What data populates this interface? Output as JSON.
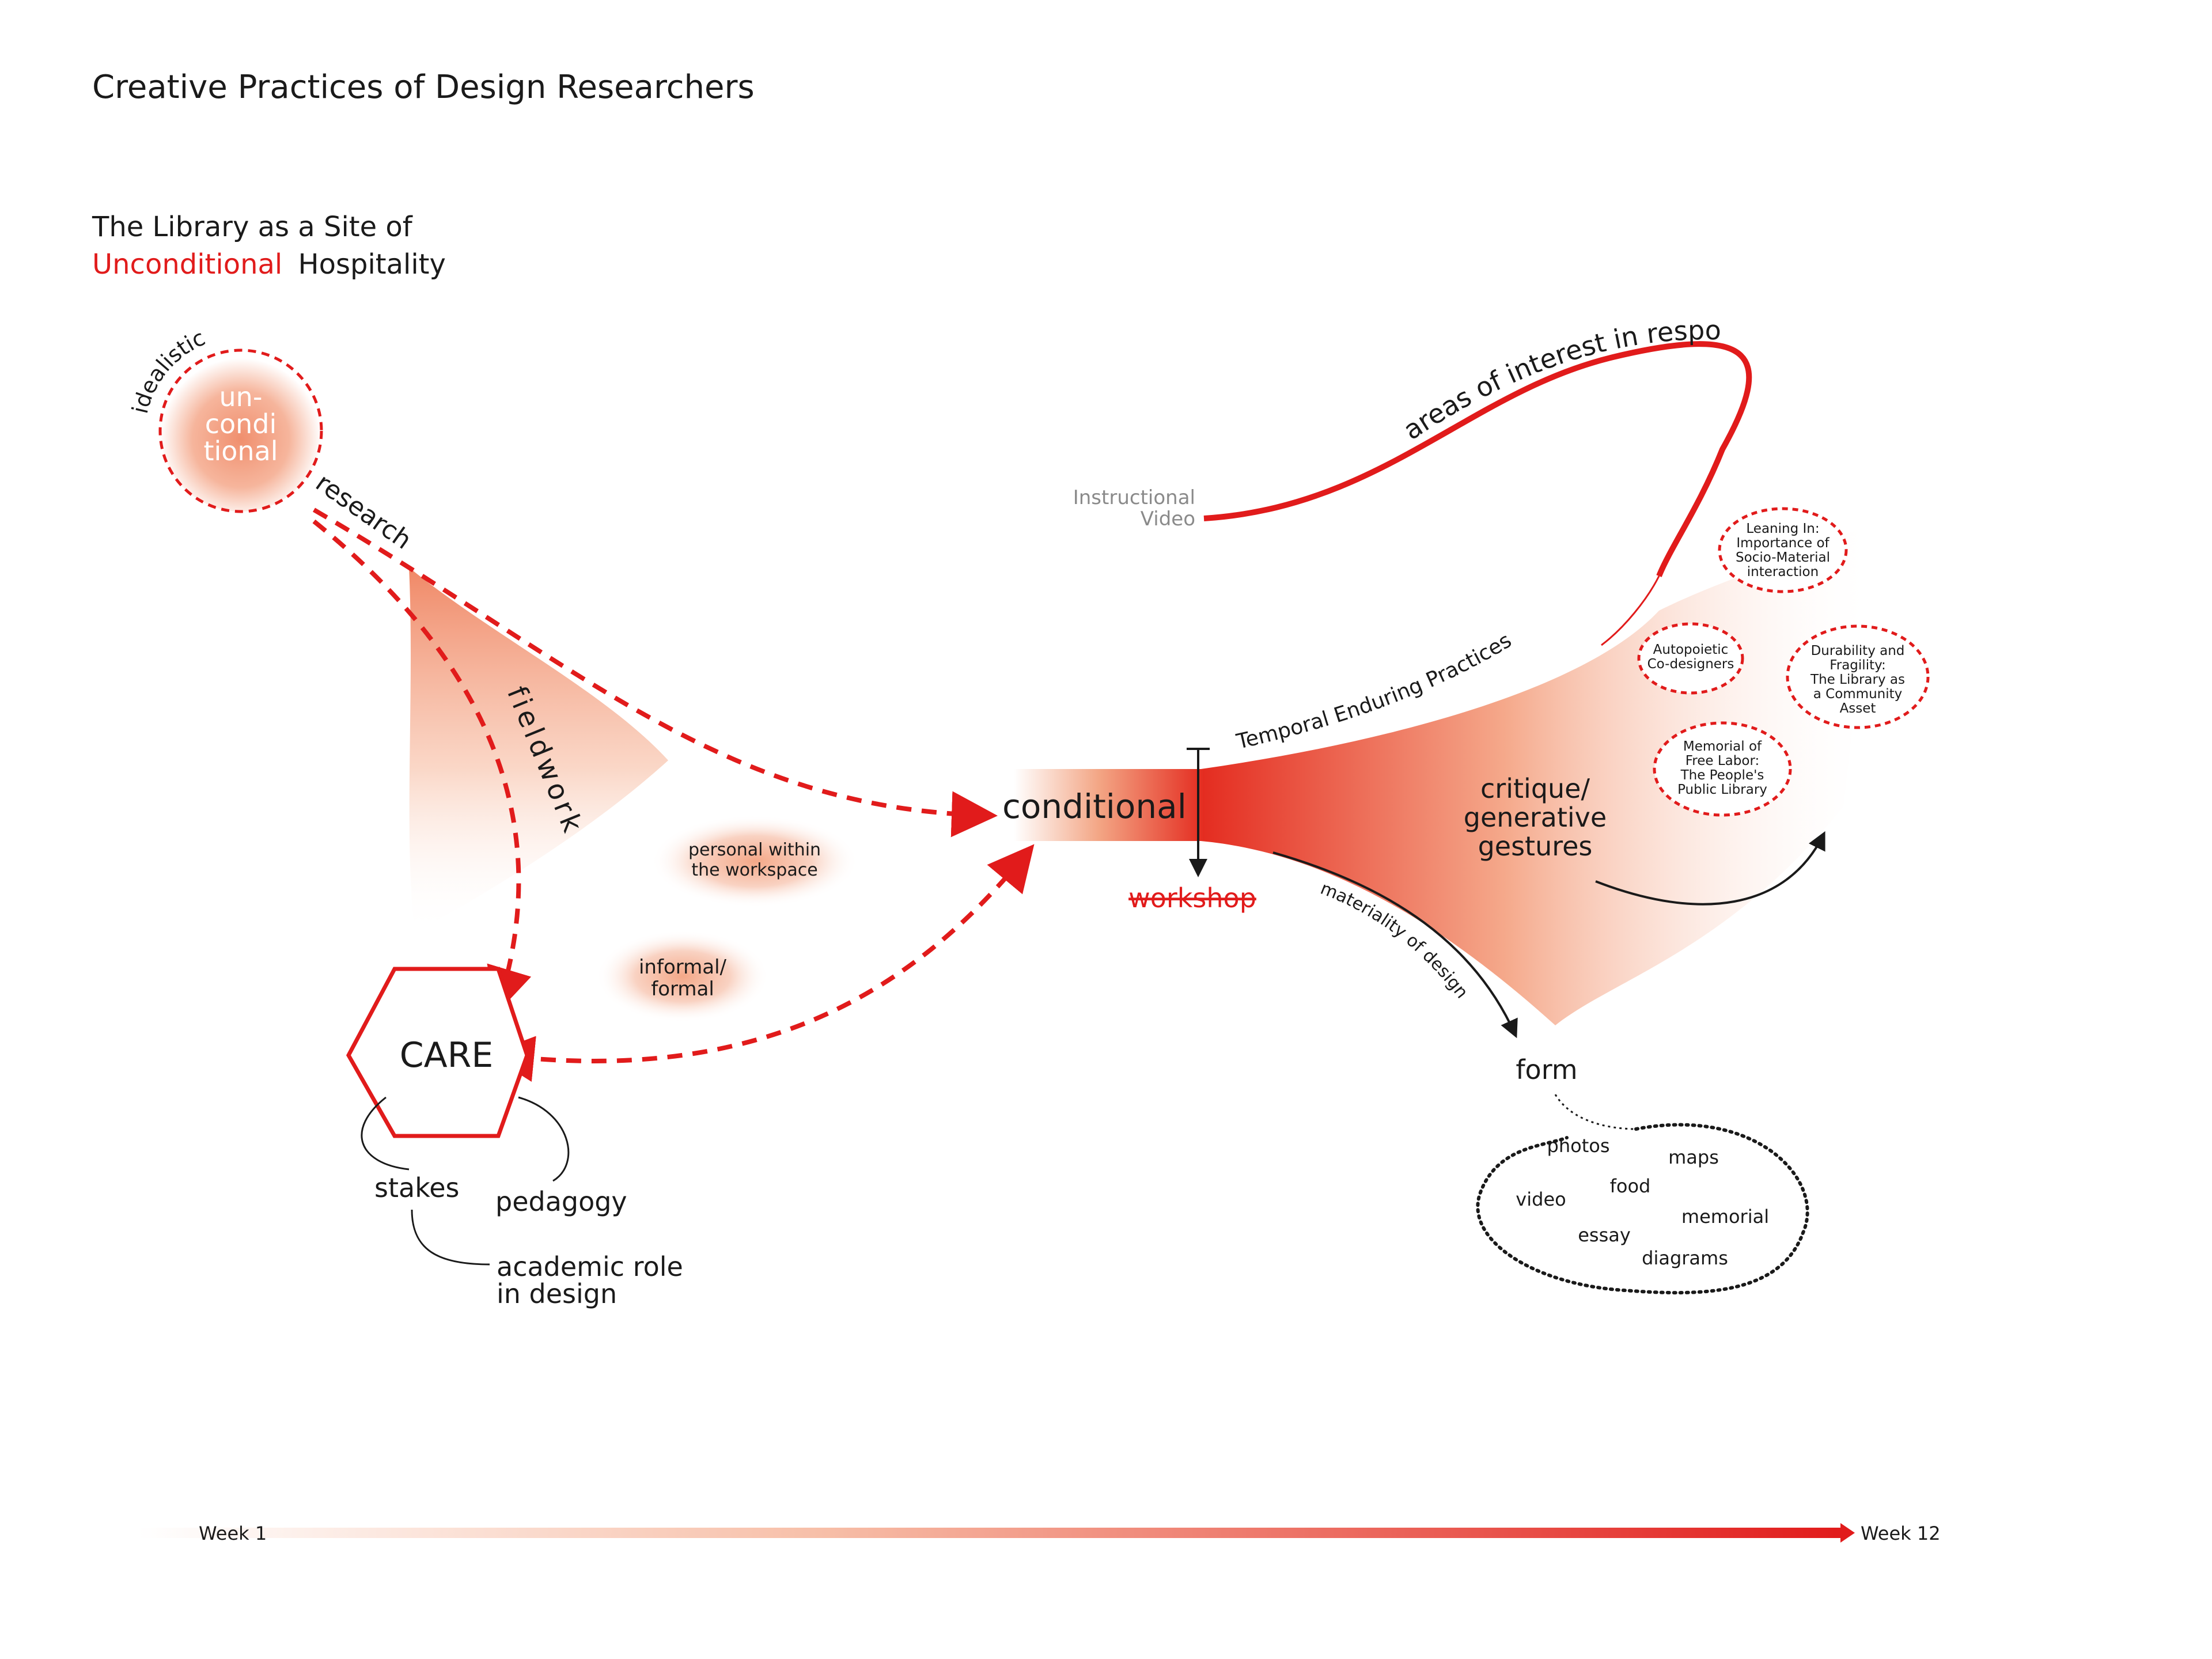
{
  "header": {
    "title": "Creative Practices of Design Researchers",
    "subtitle_line1": "The Library as a Site of",
    "subtitle_highlight": "Unconditional",
    "subtitle_rest": "Hospitality"
  },
  "nodes": {
    "unconditional": {
      "line1": "un-",
      "line2": "condi",
      "line3": "tional"
    },
    "idealistic": "idealistic",
    "research": "research",
    "fieldwork": "fieldwork",
    "conditional": "conditional",
    "care": "CARE",
    "workshop": "workshop",
    "personal": {
      "line1": "personal within",
      "line2": "the workspace"
    },
    "informal": {
      "line1": "informal/",
      "line2": "formal"
    },
    "stakes": "stakes",
    "pedagogy": "pedagogy",
    "academic": {
      "line1": "academic role",
      "line2": "in design"
    },
    "instructional": {
      "line1": "Instructional",
      "line2": "Video"
    },
    "areas": "areas of interest in response",
    "temporal": "Temporal Enduring Practices",
    "materiality": "materiality of design",
    "critique": {
      "line1": "critique/",
      "line2": "generative",
      "line3": "gestures"
    },
    "form": "form"
  },
  "bubbles": [
    {
      "lines": [
        "Leaning In:",
        "Importance of",
        "Socio-Material",
        "interaction"
      ]
    },
    {
      "lines": [
        "Autopoietic",
        "Co-designers"
      ]
    },
    {
      "lines": [
        "Durability and",
        "Fragility:",
        "The Library as",
        "a Community",
        "Asset"
      ]
    },
    {
      "lines": [
        "Memorial of",
        "Free Labor:",
        "The People's",
        "Public Library"
      ]
    }
  ],
  "forms": {
    "photos": "photos",
    "maps": "maps",
    "food": "food",
    "video": "video",
    "memorial": "memorial",
    "essay": "essay",
    "diagrams": "diagrams"
  },
  "timeline": {
    "start": "Week 1",
    "end": "Week 12"
  },
  "colors": {
    "accent": "#e11b1b",
    "text": "#1a1a1a",
    "muted": "#8a8a8a"
  }
}
